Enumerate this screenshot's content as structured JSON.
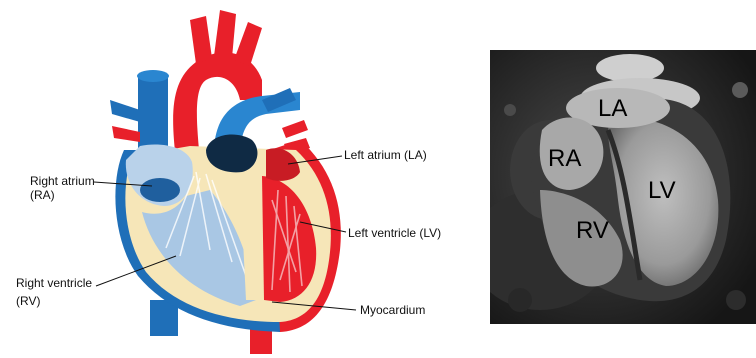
{
  "diagram": {
    "labels": {
      "right_atrium_line1": "Right atrium",
      "right_atrium_line2": "(RA)",
      "right_ventricle_line1": "Right ventricle",
      "right_ventricle_line2": "(RV)",
      "left_atrium": "Left atrium (LA)",
      "left_ventricle": "Left ventricle (LV)",
      "myocardium": "Myocardium"
    }
  },
  "mri": {
    "labels": {
      "la": "LA",
      "ra": "RA",
      "lv": "LV",
      "rv": "RV"
    }
  },
  "colors": {
    "oxygenated": "#e8202a",
    "deoxygenated": "#1f6fb8",
    "myocardium": "#f6e6b8"
  }
}
